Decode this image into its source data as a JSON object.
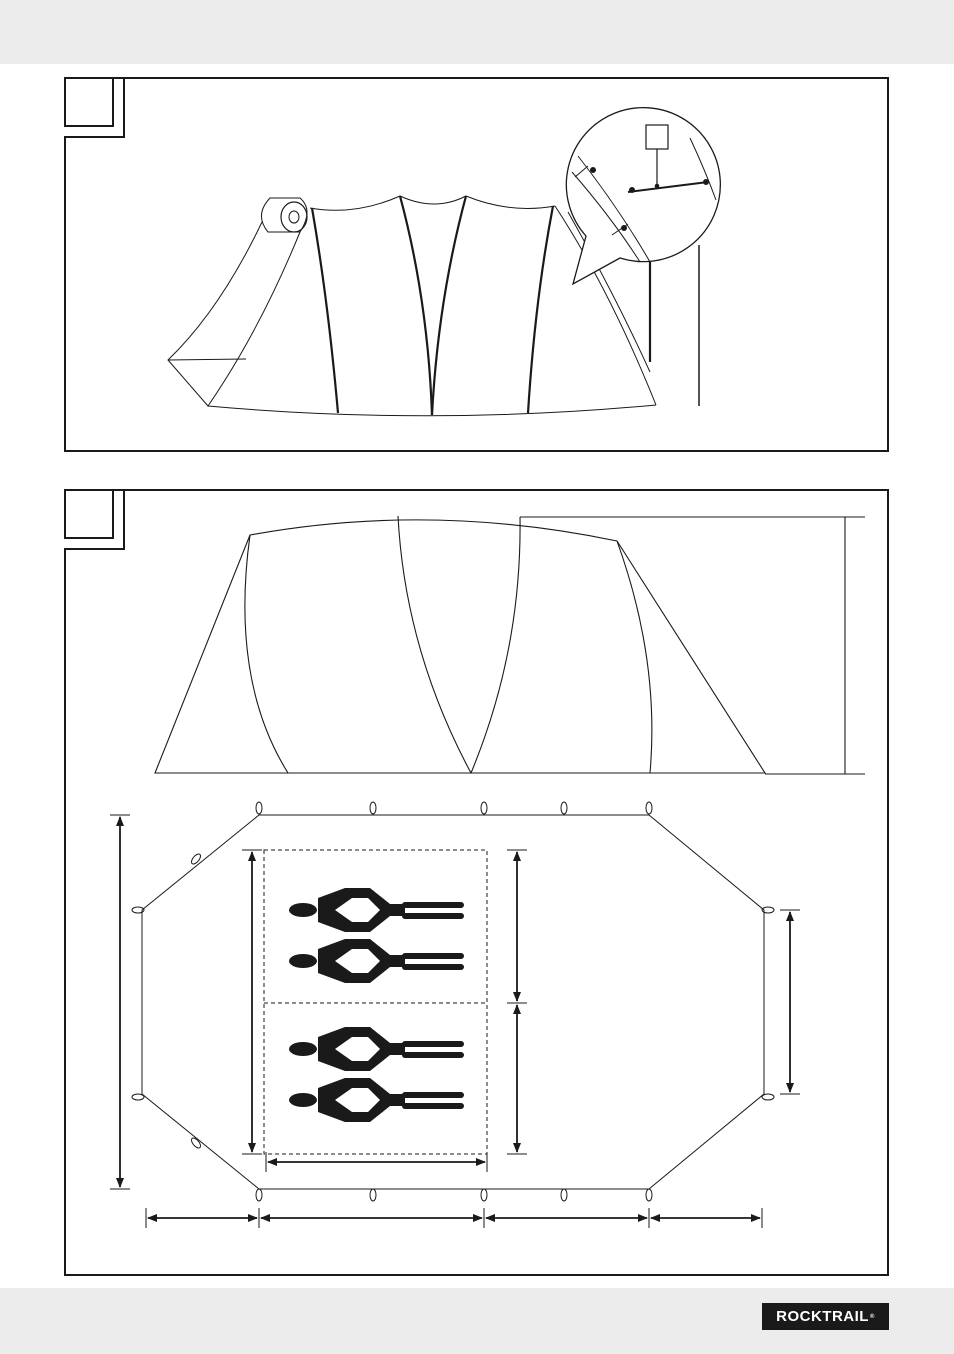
{
  "brand": {
    "name": "ROCKTRAIL",
    "mark": "®"
  },
  "figures": [
    {
      "id": "figure-1",
      "number": ""
    },
    {
      "id": "figure-2",
      "number": ""
    }
  ],
  "colors": {
    "band": "#ececec",
    "ink": "#1a1a1a",
    "logo_bg": "#1a1a1a",
    "logo_text": "#ffffff"
  }
}
